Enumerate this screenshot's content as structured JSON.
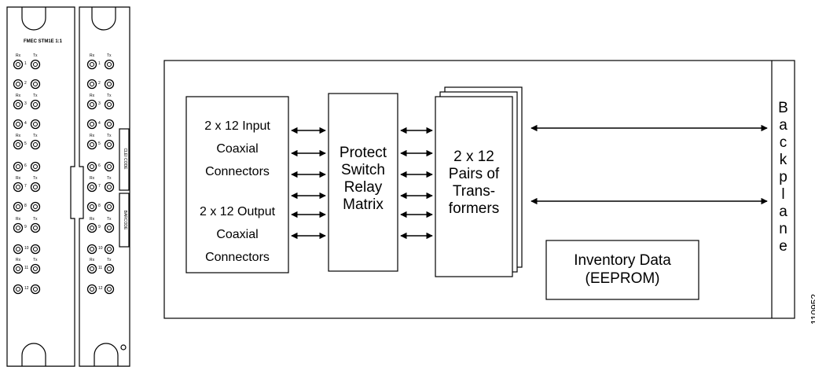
{
  "panel": {
    "title": "FMEC STM1E 1:1",
    "rx_label": "Rx",
    "tx_label": "Tx",
    "port_numbers": [
      "1",
      "2",
      "3",
      "4",
      "5",
      "6",
      "7",
      "8",
      "9",
      "10",
      "11",
      "12"
    ],
    "clei_code": "CLEI CODE",
    "barcode": "BARCODE"
  },
  "diagram": {
    "input_connectors": [
      "2 x 12 Input",
      "Coaxial",
      "Connectors"
    ],
    "output_connectors": [
      "2 x 12 Output",
      "Coaxial",
      "Connectors"
    ],
    "relay_matrix": [
      "Protect",
      "Switch",
      "Relay",
      "Matrix"
    ],
    "transformers": [
      "2 x 12",
      "Pairs of",
      "Trans-",
      "formers"
    ],
    "inventory": [
      "Inventory Data",
      "(EEPROM)"
    ],
    "backplane": [
      "B",
      "a",
      "c",
      "k",
      "p",
      "l",
      "a",
      "n",
      "e"
    ],
    "figure_id": "110952"
  }
}
